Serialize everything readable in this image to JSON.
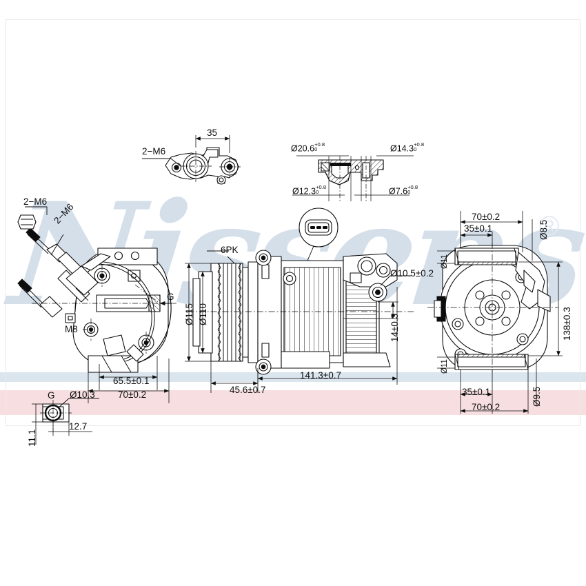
{
  "sheet": {
    "title": "Air conditioning compressor technical dimension drawing",
    "background_color": "#ffffff",
    "band_blue_color": "#dbe5ee",
    "band_pink_color": "#f7dfe1",
    "line_color": "#0d0d0d"
  },
  "watermark": {
    "text": "Nissens",
    "registered_symbol": "®",
    "color": "#d4dfea"
  },
  "views": {
    "bracket_detail": {
      "name": "mounting bracket top detail",
      "labels": {
        "thread": "2−M6",
        "width": "35"
      }
    },
    "manifold_section": {
      "name": "port manifold cross-section",
      "labels": {
        "bore_large": {
          "dia": "Ø20.6",
          "plus": "+0.8",
          "minus": "0"
        },
        "bore_mid": {
          "dia": "Ø14.3",
          "plus": "+0.8",
          "minus": "0"
        },
        "bore_small": {
          "dia": "Ø12.3",
          "plus": "+0.8",
          "minus": "0"
        },
        "bore_tiny": {
          "dia": "Ø7.6",
          "plus": "+0.8",
          "minus": "0"
        }
      }
    },
    "left_view": {
      "name": "rear / clutch-side elevation",
      "labels": {
        "thread_a": "2−M6",
        "thread_b": "2−M6",
        "thread_m8": "M8",
        "port_g": "G",
        "dim_655": "65.5±0.1",
        "dim_70": "70±0.2"
      }
    },
    "center_view": {
      "name": "side elevation with pulley",
      "labels": {
        "belt": "6PK",
        "dia_115": "Ø115",
        "dia_110": "Ø110",
        "dim_1413": "141.3±0.7",
        "dim_456": "45.6±0.7",
        "dia_105": "Ø10.5±0.2",
        "dim_14": "14±0.3"
      }
    },
    "right_view": {
      "name": "front elevation",
      "labels": {
        "dim_70_top": "70±0.2",
        "dim_35_top": "35±0.1",
        "dia_85": "Ø8.5",
        "dia_11_top": "Ø11",
        "dim_138": "138±0.3",
        "dia_11_bottom": "Ø11",
        "dia_95": "Ø9.5",
        "dim_35_bottom": "35±0.1",
        "dim_70_bottom": "70±0.2"
      }
    },
    "port_detail": {
      "name": "suction / discharge port detail",
      "labels": {
        "port_g": "G",
        "dia_103": "Ø10.3",
        "dim_127": "12.7",
        "dim_111": "11.1"
      }
    },
    "connector_detail": {
      "name": "3-pin electrical connector detail",
      "pins": 3
    }
  }
}
